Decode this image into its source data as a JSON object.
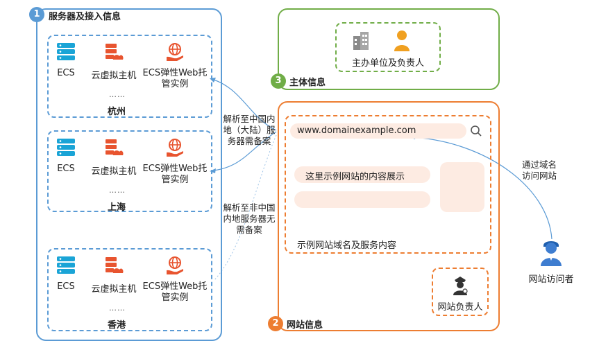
{
  "colors": {
    "blue": "#5b9bd5",
    "green": "#70ad47",
    "orange": "#ed7d31",
    "cyan": "#1aa4d6",
    "red": "#e8542f"
  },
  "panel1": {
    "number": "1",
    "title": "服务器及接入信息",
    "regions": [
      {
        "city": "杭州",
        "items": [
          "ECS",
          "云虚拟主机",
          "ECS弹性Web托管实例"
        ],
        "more": "……"
      },
      {
        "city": "上海",
        "items": [
          "ECS",
          "云虚拟主机",
          "ECS弹性Web托管实例"
        ],
        "more": "……"
      },
      {
        "city": "香港",
        "items": [
          "ECS",
          "云虚拟主机",
          "ECS弹性Web托管实例"
        ],
        "more": "……"
      }
    ]
  },
  "panel3": {
    "number": "3",
    "title": "主体信息",
    "owner_label": "主办单位及负责人"
  },
  "panel2": {
    "number": "2",
    "title": "网站信息",
    "url": "www.domainexample.com",
    "content_label": "这里示例网站的内容展示",
    "service_label": "示例网站域名及服务内容",
    "site_owner_label": "网站负责人"
  },
  "notes": {
    "mainland": "解析至中国内地（大陆）服务器需备案",
    "non_mainland": "解析至非中国内地服务器无需备案",
    "visit": "通过域名访问网站"
  },
  "visitor_label": "网站访问者"
}
